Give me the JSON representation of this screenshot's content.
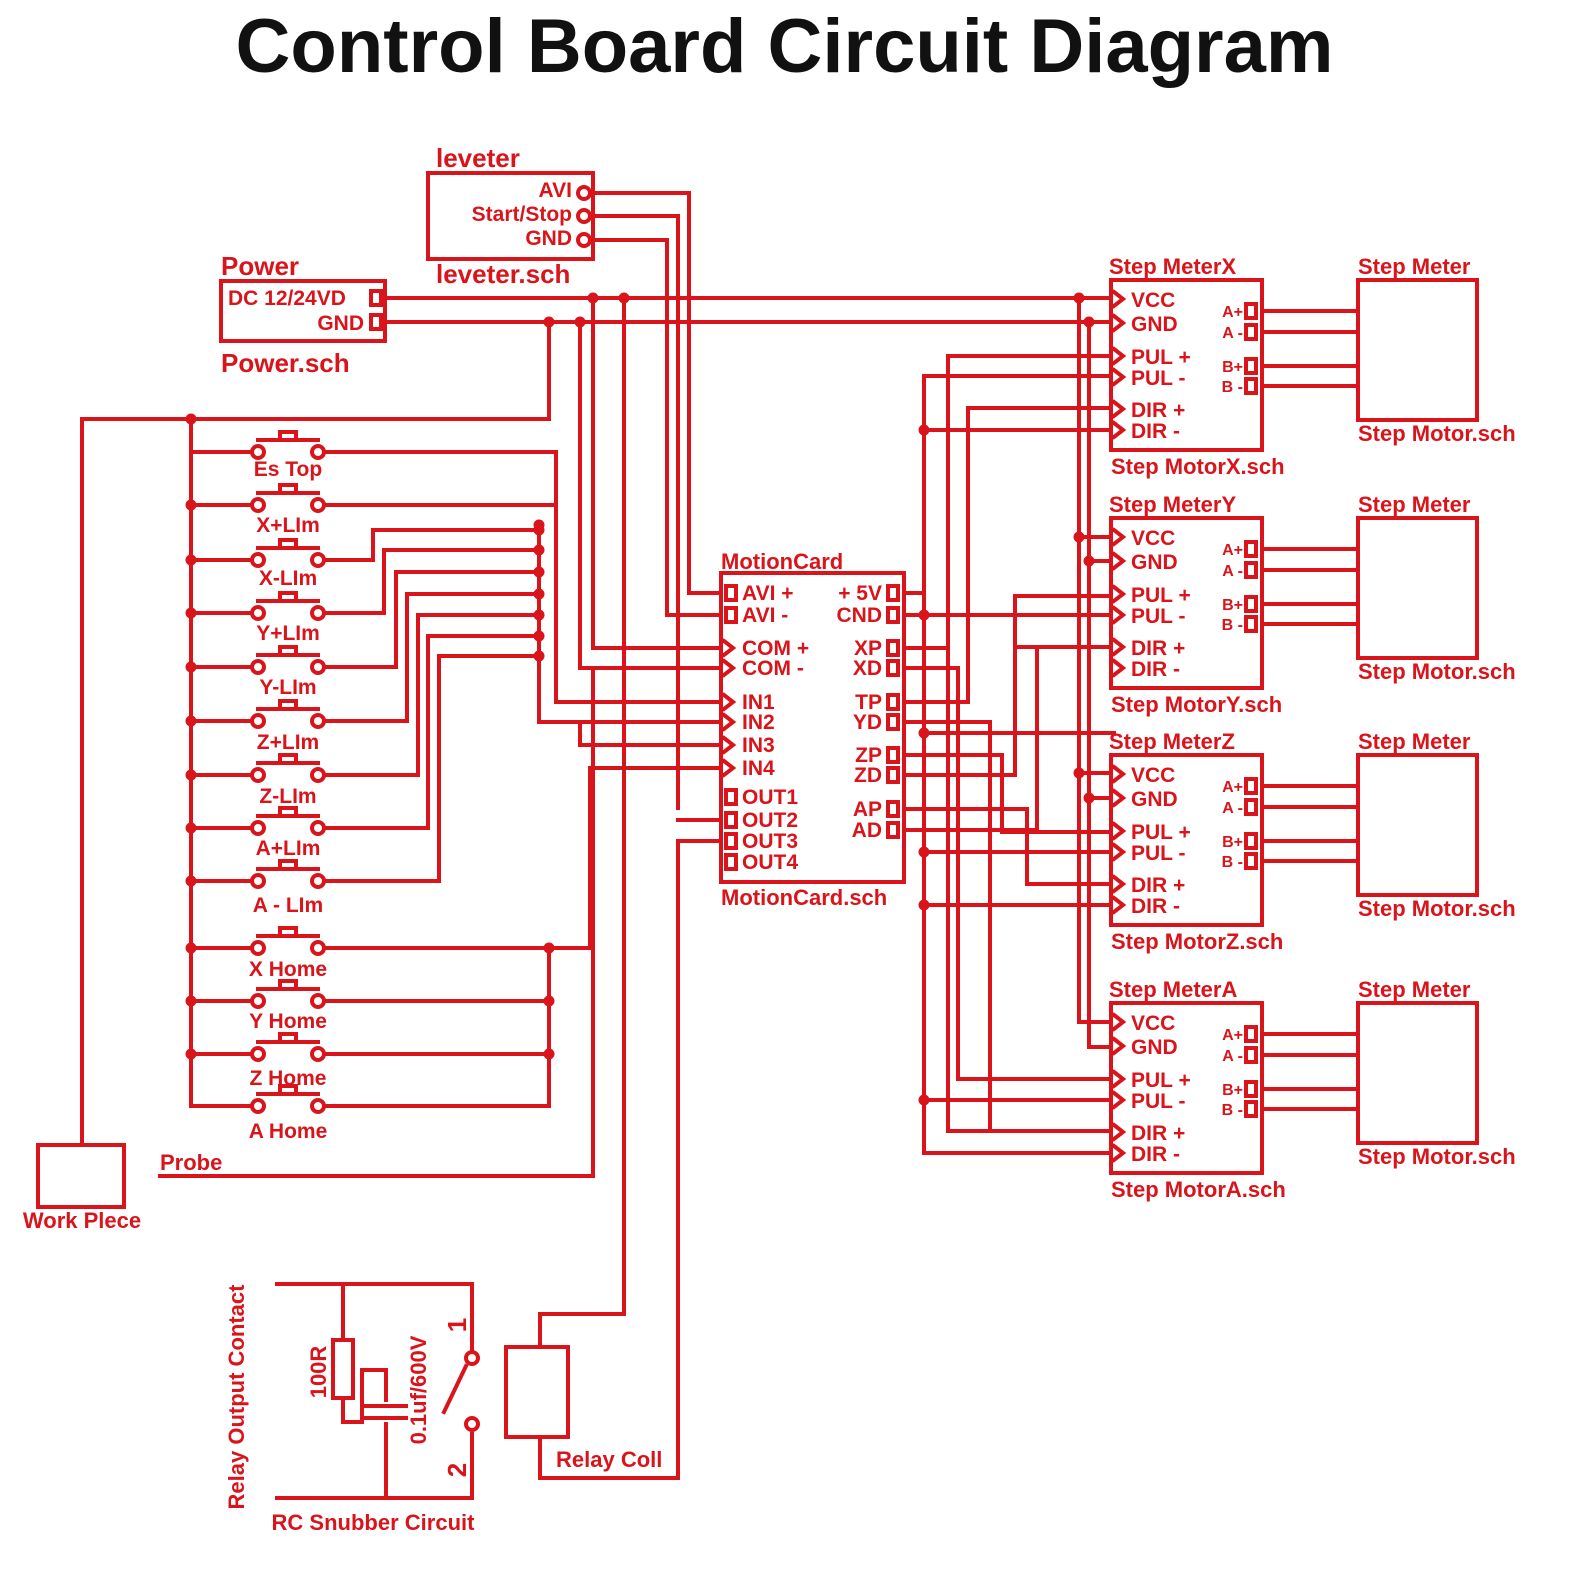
{
  "title": "Control Board Circuit Diagram",
  "colors": {
    "wire": "#d9141b",
    "title": "#111111",
    "background": "#ffffff"
  },
  "power": {
    "label": "Power",
    "file": "Power.sch",
    "pins": [
      "DC 12/24VD",
      "GND"
    ]
  },
  "inverter": {
    "label": "leveter",
    "file": "leveter.sch",
    "pins": [
      "AVI",
      "Start/Stop",
      "GND"
    ]
  },
  "motion_card": {
    "label": "MotionCard",
    "file": "MotionCard.sch",
    "left_pins": [
      "AVI +",
      "AVI -",
      "COM +",
      "COM -",
      "IN1",
      "IN2",
      "IN3",
      "IN4",
      "OUT1",
      "OUT2",
      "OUT3",
      "OUT4"
    ],
    "right_pins": [
      "+ 5V",
      "CND",
      "XP",
      "XD",
      "TP",
      "YD",
      "ZP",
      "ZD",
      "AP",
      "AD"
    ]
  },
  "drivers": [
    {
      "label": "Step MeterX",
      "file": "Step MotorX.sch"
    },
    {
      "label": "Step MeterY",
      "file": "Step MotorY.sch"
    },
    {
      "label": "Step MeterZ",
      "file": "Step MotorZ.sch"
    },
    {
      "label": "Step MeterA",
      "file": "Step MotorA.sch"
    }
  ],
  "driver_left_pins": [
    "VCC",
    "GND",
    "PUL +",
    "PUL -",
    "DIR +",
    "DIR -"
  ],
  "driver_right_pins": [
    "A+",
    "A -",
    "B+",
    "B -"
  ],
  "motor": {
    "label": "Step Meter",
    "file": "Step Motor.sch"
  },
  "switches": [
    "Es Top",
    "X+LIm",
    "X-LIm",
    "Y+LIm",
    "Y-LIm",
    "Z+LIm",
    "Z-LIm",
    "A+LIm",
    "A - LIm",
    "X Home",
    "Y Home",
    "Z Home",
    "A Home"
  ],
  "work_piece": "Work Plece",
  "probe": "Probe",
  "relay": {
    "coil": "Relay Coll",
    "output": "Relay Output Contact",
    "snubber": "RC Snubber Circuit",
    "resistor": "100R",
    "capacitor": "0.1uf/600V",
    "terminal_1": "1",
    "terminal_2": "2"
  }
}
